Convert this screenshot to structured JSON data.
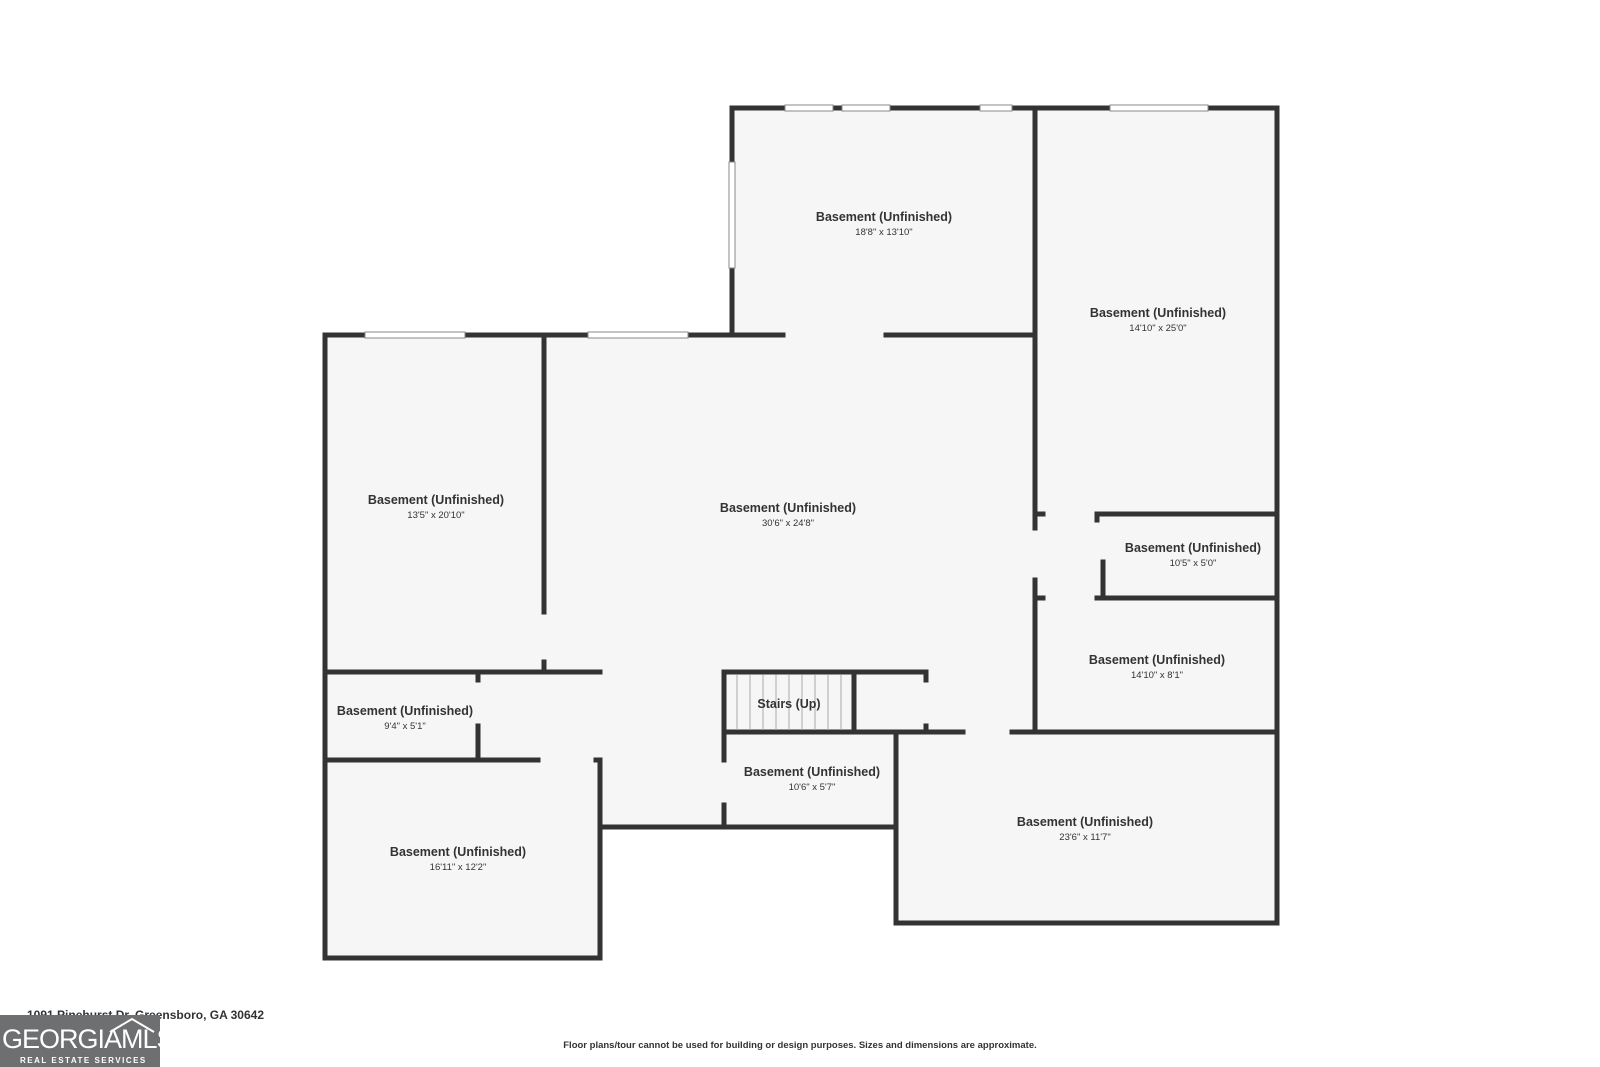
{
  "rooms": [
    {
      "name": "Basement (Unfinished)",
      "dim": "18'8\" x 13'10\""
    },
    {
      "name": "Basement (Unfinished)",
      "dim": "14'10\" x 25'0\""
    },
    {
      "name": "Basement (Unfinished)",
      "dim": "13'5\" x 20'10\""
    },
    {
      "name": "Basement (Unfinished)",
      "dim": "30'6\" x 24'8\""
    },
    {
      "name": "Basement (Unfinished)",
      "dim": "10'5\" x 5'0\""
    },
    {
      "name": "Basement (Unfinished)",
      "dim": "14'10\" x 8'1\""
    },
    {
      "name": "Basement (Unfinished)",
      "dim": "9'4\" x 5'1\""
    },
    {
      "name": "Basement (Unfinished)",
      "dim": "10'6\" x 5'7\""
    },
    {
      "name": "Basement (Unfinished)",
      "dim": "16'11\" x 12'2\""
    },
    {
      "name": "Basement (Unfinished)",
      "dim": "23'6\" x 11'7\""
    }
  ],
  "stairs": {
    "label": "Stairs (Up)"
  },
  "address": "1091 Pinehurst Dr, Greensboro, GA 30642",
  "disclaimer": "Floor plans/tour cannot be used for building or design purposes. Sizes and dimensions are approximate.",
  "logo": {
    "main": "GEORGIAMLS",
    "sub": "REAL ESTATE SERVICES"
  },
  "colors": {
    "wall": "#333333",
    "floor": "#f6f6f6",
    "window": "#ffffff",
    "logo_bg": "#6d6f71"
  }
}
